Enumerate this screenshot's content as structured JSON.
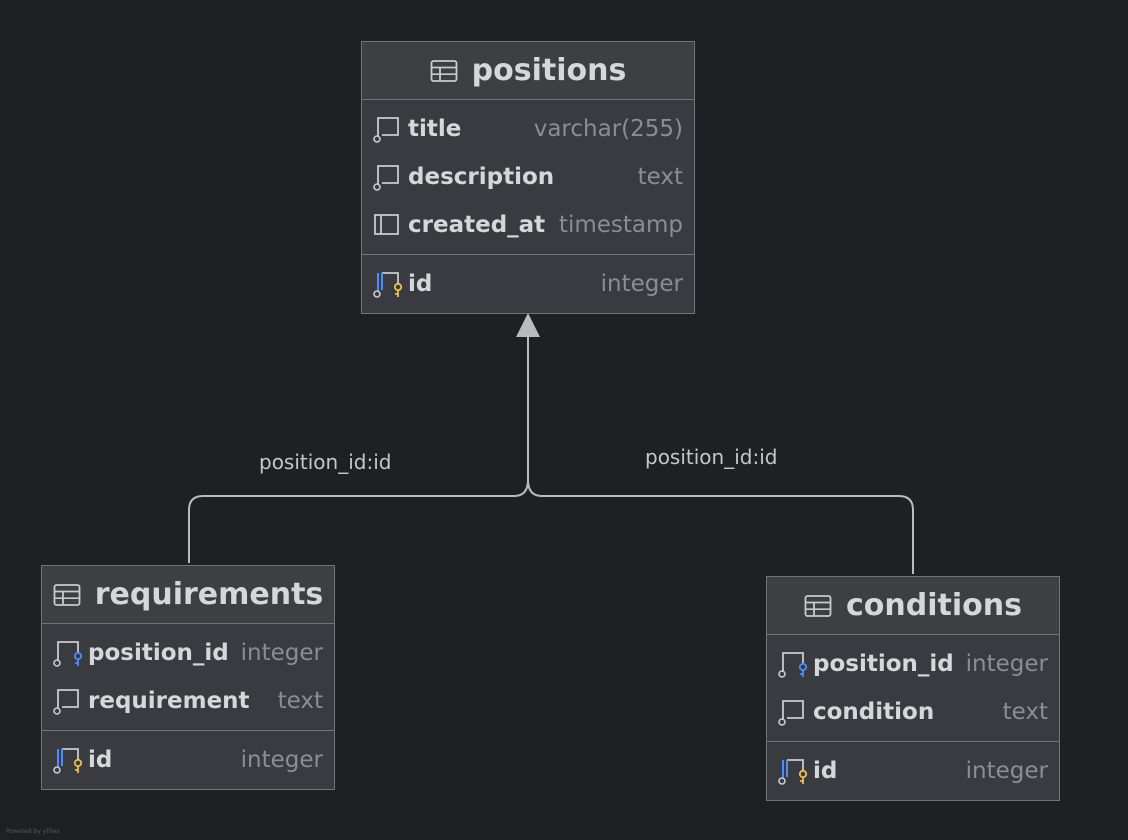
{
  "colors": {
    "background": "#1f2023",
    "table_fill": "#393b40",
    "border": "#6f737a",
    "text": "#d5d7db",
    "type_text": "#8a8d93",
    "connector": "#b9bbbf",
    "fk_icon": "#4c8df6",
    "pk_icon": "#e8c24b"
  },
  "tables": {
    "positions": {
      "name": "positions",
      "icon": "table-icon",
      "columns": [
        {
          "name": "title",
          "type": "varchar(255)",
          "icon": "nullable-column-icon"
        },
        {
          "name": "description",
          "type": "text",
          "icon": "nullable-column-icon"
        },
        {
          "name": "created_at",
          "type": "timestamp",
          "icon": "column-icon"
        }
      ],
      "keys": [
        {
          "name": "id",
          "type": "integer",
          "icon": "primary-key-icon"
        }
      ]
    },
    "requirements": {
      "name": "requirements",
      "icon": "table-icon",
      "columns": [
        {
          "name": "position_id",
          "type": "integer",
          "icon": "foreign-key-icon"
        },
        {
          "name": "requirement",
          "type": "text",
          "icon": "nullable-column-icon"
        }
      ],
      "keys": [
        {
          "name": "id",
          "type": "integer",
          "icon": "primary-key-icon"
        }
      ]
    },
    "conditions": {
      "name": "conditions",
      "icon": "table-icon",
      "columns": [
        {
          "name": "position_id",
          "type": "integer",
          "icon": "foreign-key-icon"
        },
        {
          "name": "condition",
          "type": "text",
          "icon": "nullable-column-icon"
        }
      ],
      "keys": [
        {
          "name": "id",
          "type": "integer",
          "icon": "primary-key-icon"
        }
      ]
    }
  },
  "relations": [
    {
      "from": "requirements",
      "to": "positions",
      "label": "position_id:id"
    },
    {
      "from": "conditions",
      "to": "positions",
      "label": "position_id:id"
    }
  ],
  "footer_note": "Powered by yFiles"
}
